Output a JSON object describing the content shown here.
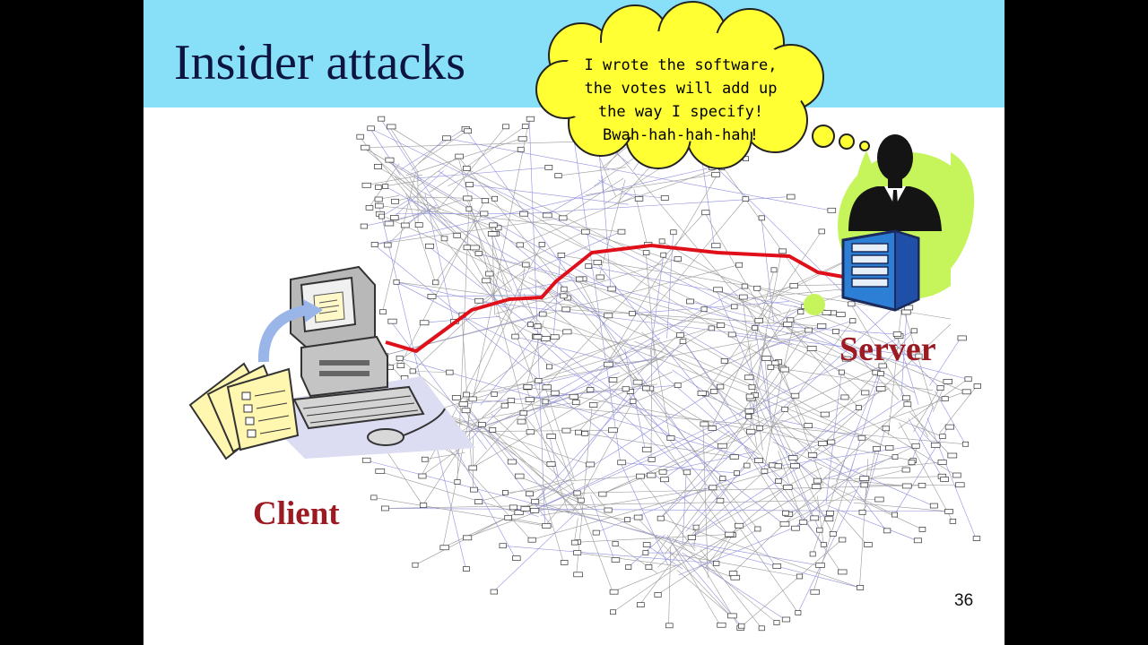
{
  "slide": {
    "title": "Insider attacks",
    "page_number": "36",
    "background_color": "#ffffff",
    "title_band_color": "#87e0f7"
  },
  "diagram": {
    "client_label": "Client",
    "server_label": "Server",
    "label_color": "#9c1b22",
    "path_color": "#e0101a",
    "thought_bubble": {
      "lines": [
        "I wrote the software,",
        "the votes will add up",
        "the way I specify!",
        "Bwah-hah-hah-hah!"
      ],
      "fill_color": "#ffff33"
    },
    "icons": {
      "client": "desktop-computer-icon",
      "ballots": "ballot-papers-icon",
      "server": "server-tower-icon",
      "insider": "businessman-silhouette-icon",
      "network": "network-graph-background"
    }
  }
}
